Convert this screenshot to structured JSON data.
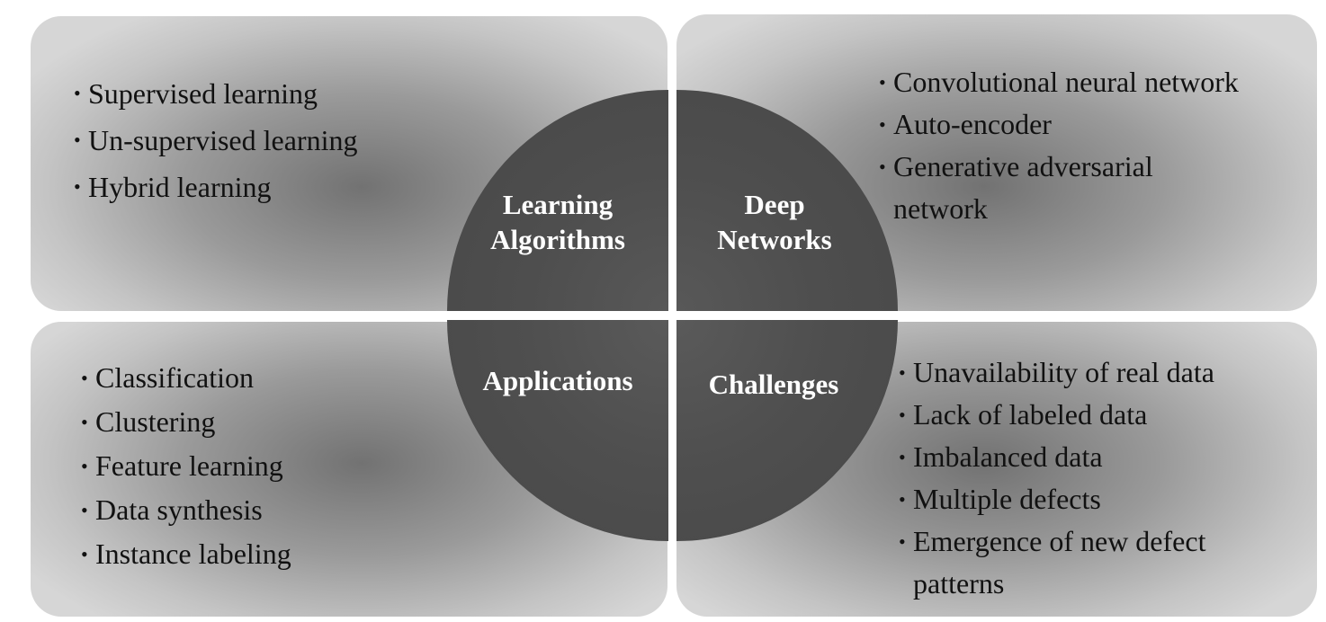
{
  "quadrants": {
    "learning_algorithms": {
      "title_line1": "Learning",
      "title_line2": "Algorithms",
      "items": [
        "Supervised learning",
        "Un-supervised learning",
        "Hybrid learning"
      ]
    },
    "deep_networks": {
      "title_line1": "Deep",
      "title_line2": "Networks",
      "items": [
        "Convolutional neural network",
        "Auto-encoder",
        "Generative adversarial",
        "network"
      ]
    },
    "applications": {
      "title": "Applications",
      "items": [
        "Classification",
        "Clustering",
        "Feature learning",
        "Data synthesis",
        "Instance labeling"
      ]
    },
    "challenges": {
      "title": "Challenges",
      "items": [
        "Unavailability of real data",
        "Lack of labeled data",
        "Imbalanced data",
        "Multiple defects",
        "Emergence of new defect",
        "patterns"
      ]
    }
  },
  "colors": {
    "panel_light": "#d6d6d6",
    "panel_dark": "#727272",
    "circle": "#4e4e4e",
    "center_text": "#ffffff",
    "list_text": "#111111"
  }
}
